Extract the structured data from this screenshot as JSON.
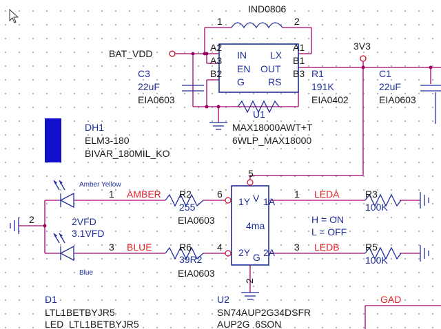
{
  "window": {
    "cursor": "mouse-pointer-icon"
  },
  "power": {
    "bat_vdd": "BAT_VDD",
    "rail_3v3": "3V3"
  },
  "inductor": {
    "ref": "IND0806",
    "pin1": "1",
    "pin2": "2"
  },
  "u1": {
    "ref": "U1",
    "part": "MAX18000AWT+T",
    "package": "6WLP_MAX18000",
    "pins_left": [
      "IN",
      "EN",
      "G"
    ],
    "pins_right": [
      "LX",
      "OUT",
      "RS"
    ],
    "ball_a2": "A2",
    "ball_a3": "A3",
    "ball_b2": "B2",
    "ball_a1": "A1",
    "ball_b1": "B1",
    "ball_b3": "B3"
  },
  "c3": {
    "ref": "C3",
    "value": "22uF",
    "package": "EIA0603"
  },
  "c1": {
    "ref": "C1",
    "value": "22uF",
    "package": "EIA0603"
  },
  "r1": {
    "ref": "R1",
    "value": "191K",
    "package": "EIA0402"
  },
  "dh1": {
    "ref": "DH1",
    "part": "ELM3-180",
    "package": "BIVAR_180MIL_KO",
    "color": "#1010cc"
  },
  "d1": {
    "ref": "D1",
    "part": "LTL1BETBYJR5",
    "package": "LED_LTL1BETBYJR5",
    "label_amber": "Amber Yellow",
    "label_blue": "Blue",
    "vf_top": "2VFD",
    "vf_bottom": "3.1VFD",
    "pin1": "1",
    "pin2": "2",
    "pin3": "3"
  },
  "nets": {
    "amber": "AMBER",
    "blue": "BLUE",
    "leda": "LEDA",
    "ledb": "LEDB",
    "gad": "GAD"
  },
  "r2": {
    "ref": "R2",
    "value": "255",
    "package": "EIA0603"
  },
  "r6": {
    "ref": "R6",
    "value": "39R2",
    "package": "EIA0603"
  },
  "r3": {
    "ref": "R3",
    "value": "100K"
  },
  "r5": {
    "ref": "R5",
    "value": "100K"
  },
  "u2": {
    "ref": "U2",
    "part": "SN74AUP2G34DSFR",
    "package": "AUP2G_6SON",
    "current": "4ma",
    "pin_1y": "1Y",
    "pin_1a": "1A",
    "pin_2y": "2Y",
    "pin_2a": "2A",
    "v": "V",
    "g": "G",
    "pnum_6": "6",
    "pnum_1": "1",
    "pnum_4": "4",
    "pnum_3": "3",
    "pnum_5": "5",
    "pnum_2": "2"
  },
  "logic_note": {
    "line1": "H = ON",
    "line2": "L  =  OFF"
  }
}
